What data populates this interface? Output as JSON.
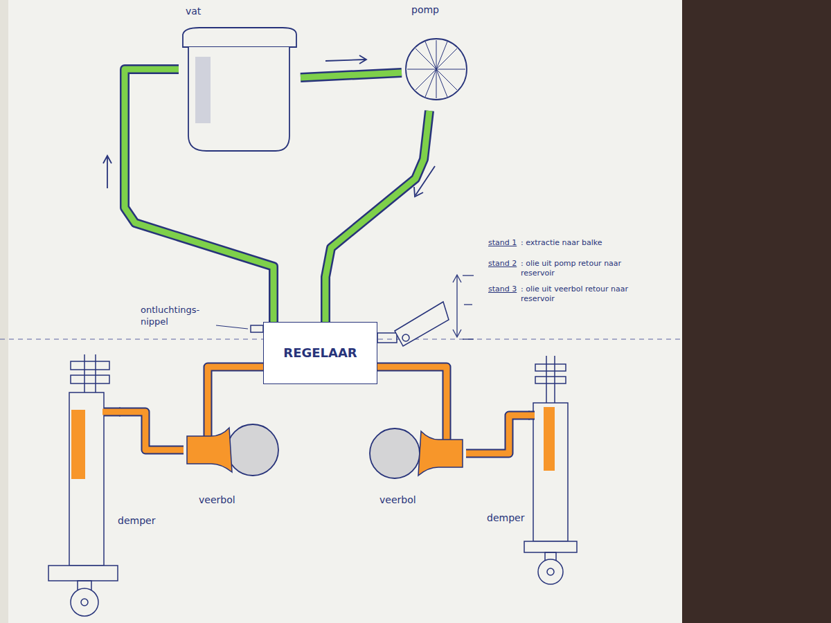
{
  "diagram": {
    "nodes": [
      {
        "text": [
          "vat"
        ]
      },
      {
        "text": [
          "pomp"
        ]
      },
      {
        "text": [
          "REGELAAR"
        ]
      },
      {
        "text": [
          "veerbol"
        ]
      },
      {
        "text": [
          "veerbol"
        ]
      },
      {
        "text": [
          "demper"
        ]
      },
      {
        "text": [
          "demper"
        ]
      }
    ],
    "edges": [
      {
        "from": 2,
        "to": 0,
        "arrow": "none"
      },
      {
        "from": 0,
        "to": 1,
        "arrow": "none"
      },
      {
        "from": 1,
        "to": 2,
        "arrow": "none"
      },
      {
        "from": 2,
        "to": 3,
        "arrow": "none"
      },
      {
        "from": 3,
        "to": 5,
        "arrow": "none"
      },
      {
        "from": 2,
        "to": 4,
        "arrow": "none"
      },
      {
        "from": 4,
        "to": 6,
        "arrow": "none"
      }
    ],
    "labels": [
      "ontluchtings- nippel",
      "stand 1",
      ": extractie naar balke",
      "stand 2",
      ": olie uit pomp retour naar reservoir",
      "stand 3",
      ": olie uit veerbol retour naar reservoir"
    ]
  }
}
